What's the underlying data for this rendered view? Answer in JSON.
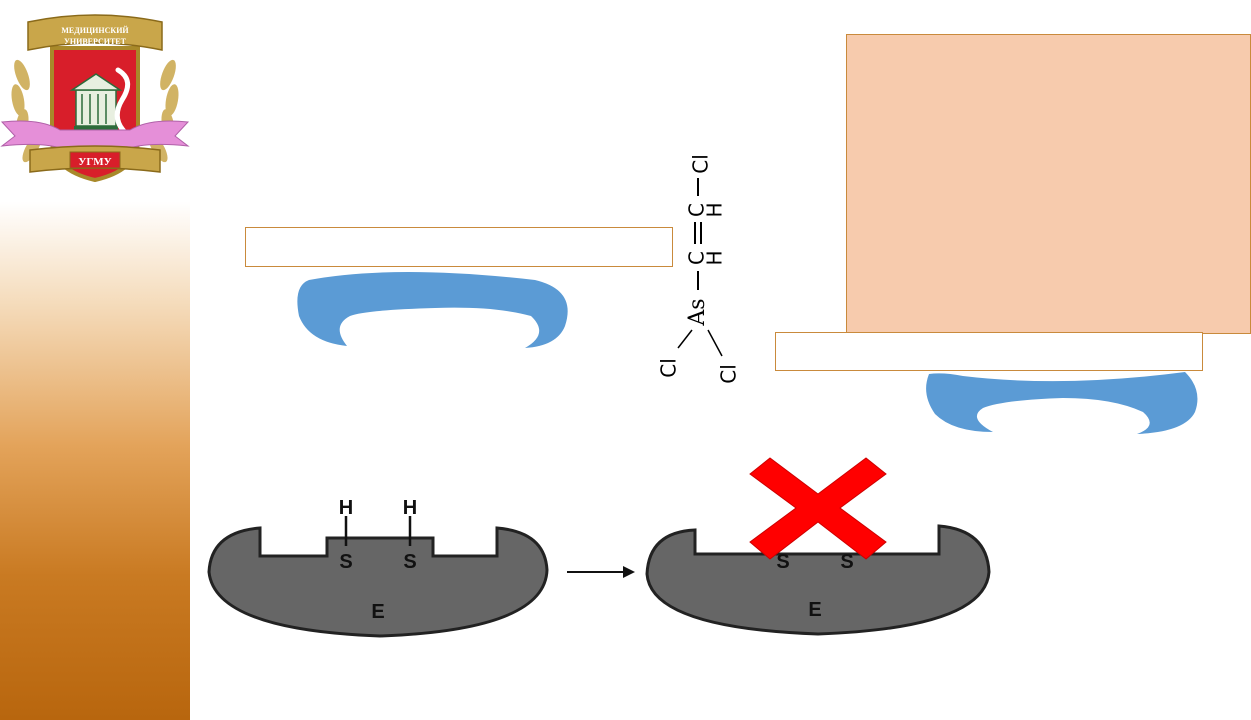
{
  "logo": {
    "banner_line1": "МЕДИЦИНСКИЙ",
    "banner_line2": "УНИВЕРСИТЕТ",
    "ribbon_text": "УГМУ"
  },
  "colors": {
    "arrow_blue": "#5b9bd5",
    "peach_box": "#f7cbad",
    "box_border": "#c98a3c",
    "cross_red": "#ff0000",
    "enzyme_gray": "#666666"
  },
  "molecule": {
    "cl_top": "Cl",
    "c1": "C",
    "c2": "C",
    "h1": "H",
    "h2": "H",
    "as": "As",
    "cl_left": "Cl",
    "cl_right": "Cl"
  },
  "enzyme_left": {
    "h1": "H",
    "h2": "H",
    "s1": "S",
    "s2": "S",
    "label": "E"
  },
  "enzyme_right": {
    "s1": "S",
    "s2": "S",
    "label": "E"
  }
}
